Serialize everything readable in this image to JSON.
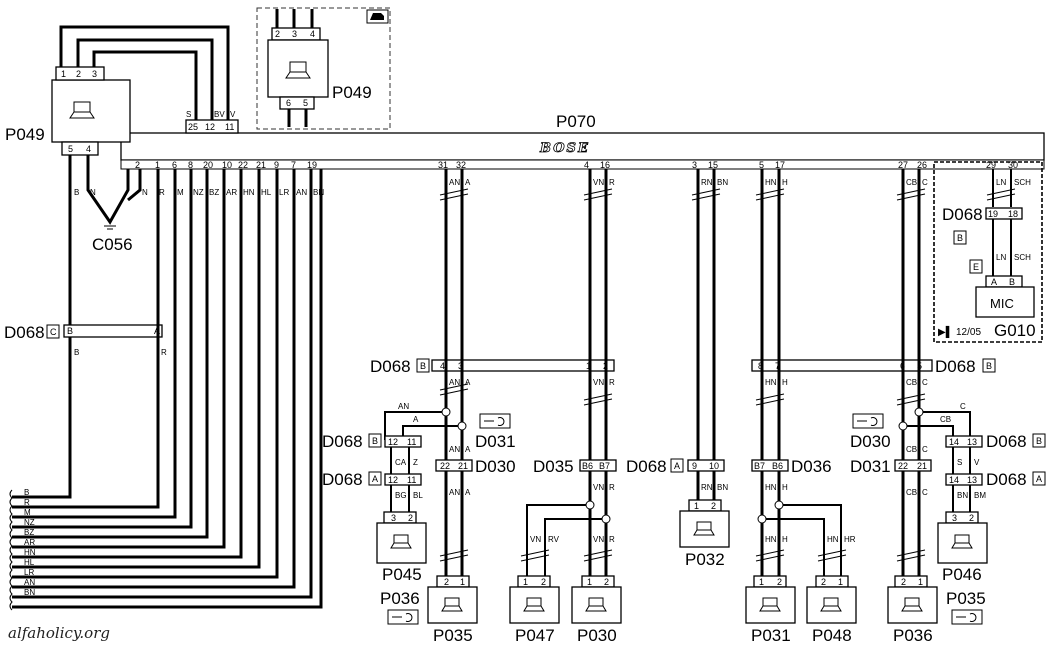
{
  "components": {
    "p070": "P070",
    "bose": "BOSE",
    "p049_main": "P049",
    "p049_top": "P049",
    "c056": "C056",
    "g010": "G010",
    "mic": "MIC",
    "p045": "P045",
    "p036_left": "P036",
    "p035_left": "P035",
    "p047": "P047",
    "p030": "P030",
    "p032": "P032",
    "p031": "P031",
    "p048": "P048",
    "p036_right": "P036",
    "p046": "P046",
    "p035_right": "P035"
  },
  "connectors": {
    "d068": "D068",
    "d030": "D030",
    "d031": "D031",
    "d035": "D035",
    "d036": "D036",
    "code_a": "A",
    "code_b": "B",
    "code_c": "C",
    "code_e": "E"
  },
  "date_stamp": "12/05",
  "watermark": "alfaholicy.org",
  "pins": {
    "p070": [
      "2",
      "1",
      "6",
      "8",
      "20",
      "10",
      "22",
      "21",
      "9",
      "7",
      "19",
      "31",
      "32",
      "4",
      "16",
      "3",
      "15",
      "5",
      "17",
      "27",
      "26",
      "29",
      "30"
    ],
    "p049_top_in": [
      "1",
      "2",
      "3"
    ],
    "p049_left_out": [
      "5",
      "4"
    ],
    "p049_mid": [
      "25",
      "12",
      "11"
    ],
    "p049_box_top": [
      "2",
      "3",
      "4"
    ],
    "p049_box_bottom": [
      "6",
      "5"
    ]
  },
  "wires": {
    "p070_bottom": [
      "B",
      "R",
      "M",
      "NZ",
      "BZ",
      "AR",
      "HN",
      "HL",
      "LR",
      "AN",
      "BN"
    ],
    "p049_mid": [
      "S",
      "BV",
      "V"
    ],
    "left_bundle": [
      "B",
      "R",
      "M",
      "NZ",
      "BZ",
      "AR",
      "HN",
      "HL",
      "LR",
      "AN",
      "BN"
    ],
    "colors": [
      "AN",
      "A",
      "VN",
      "R",
      "RN",
      "BN",
      "HN",
      "H",
      "CB",
      "C",
      "LN",
      "SCH",
      "N",
      "B",
      "CA",
      "Z",
      "BG",
      "BL",
      "S",
      "V",
      "BM",
      "RV",
      "HR"
    ]
  }
}
